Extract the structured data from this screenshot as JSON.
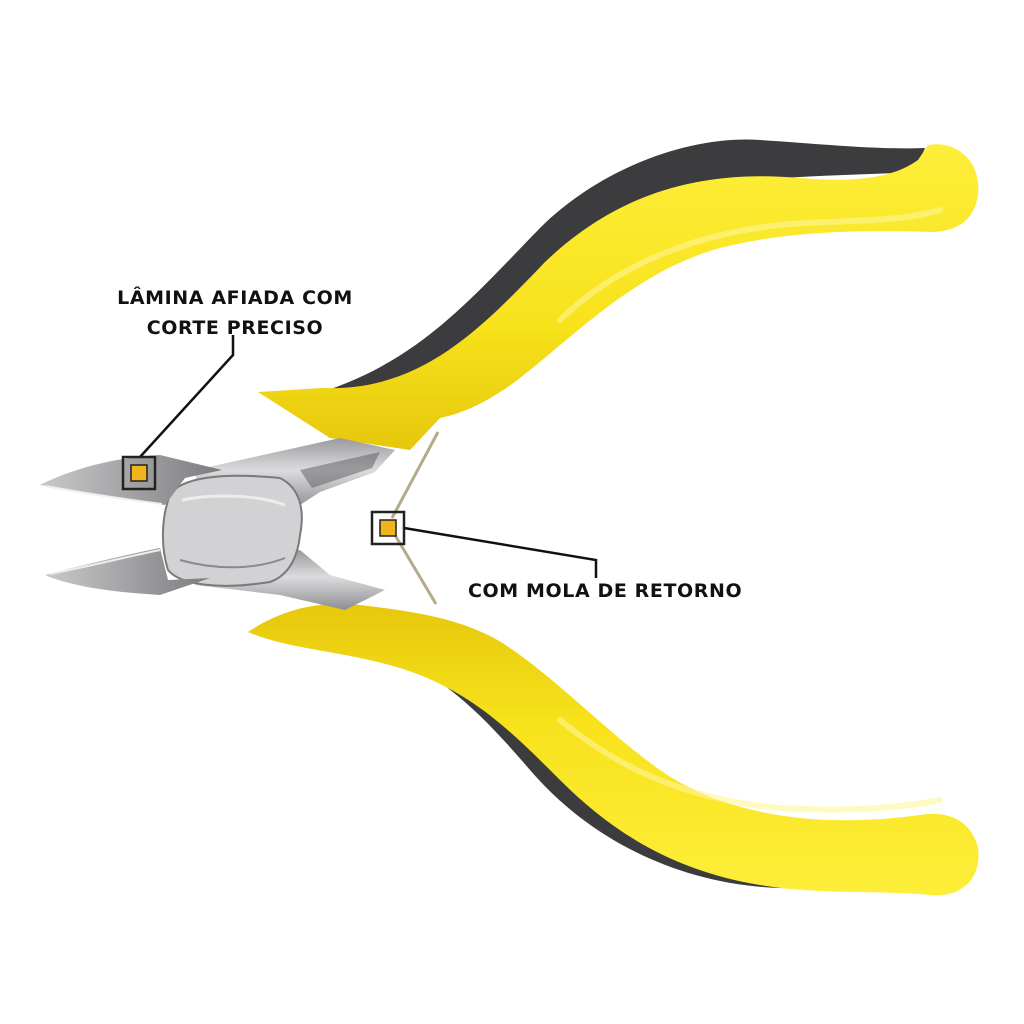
{
  "callouts": {
    "blade": {
      "line1": "LÂMINA AFIADA COM",
      "line2": "CORTE PRECISO"
    },
    "spring": {
      "label": "COM MOLA DE RETORNO"
    }
  },
  "colors": {
    "background": "#ffffff",
    "handle_yellow": "#f7e21b",
    "handle_grip": "#3c3c3e",
    "steel": "#b9b9bb",
    "marker_fill": "#f0b41c",
    "callout_text": "#111111"
  },
  "icons": {
    "blade_marker": "square-marker",
    "spring_marker": "square-marker"
  }
}
